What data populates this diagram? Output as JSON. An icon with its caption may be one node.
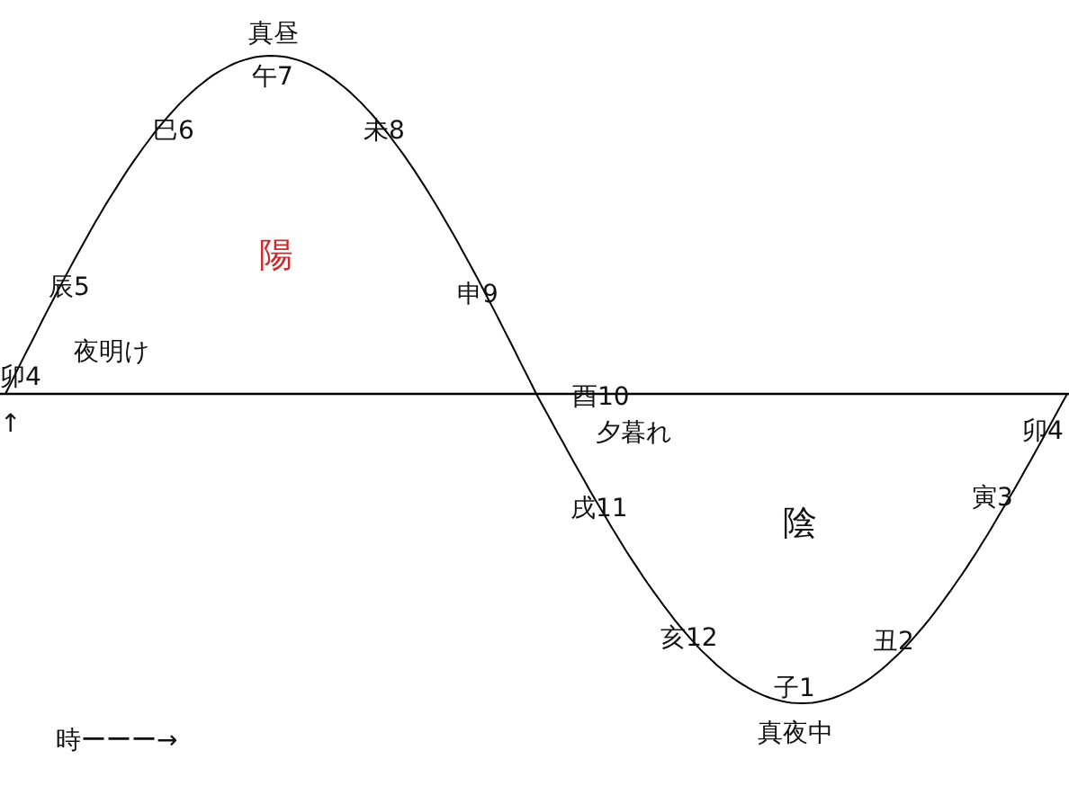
{
  "diagram": {
    "labels": [
      "真昼",
      "午7",
      "巳6",
      "未8",
      "陽",
      "辰5",
      "申9",
      "夜明け",
      "卯4",
      "酉10",
      "↑",
      "夕暮れ",
      "卯4",
      "寅3",
      "戌11",
      "陰",
      "亥12",
      "丑2",
      "子1",
      "時ーーー→",
      "真夜中"
    ]
  }
}
